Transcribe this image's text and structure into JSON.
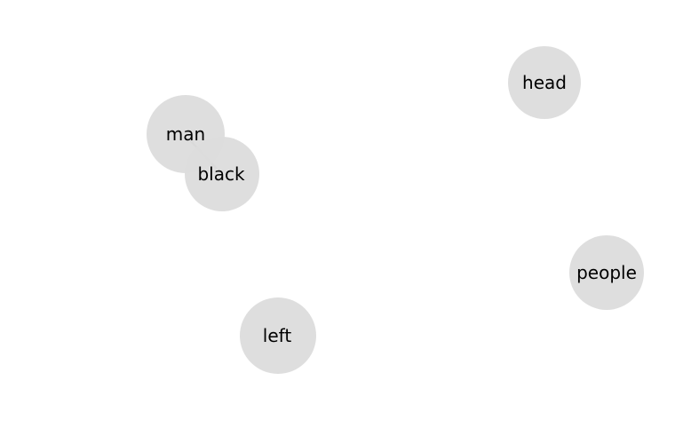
{
  "graph": {
    "node_color": "#dcdcdc",
    "edge_color": "#999999",
    "label_color": "#000000",
    "background": "#ffffff",
    "nodes": [
      {
        "id": "man",
        "label": "man"
      },
      {
        "id": "black",
        "label": "black"
      },
      {
        "id": "head",
        "label": "head"
      },
      {
        "id": "people",
        "label": "people"
      },
      {
        "id": "left",
        "label": "left"
      }
    ],
    "edges": [
      {
        "source": "man",
        "target": "black"
      }
    ]
  }
}
